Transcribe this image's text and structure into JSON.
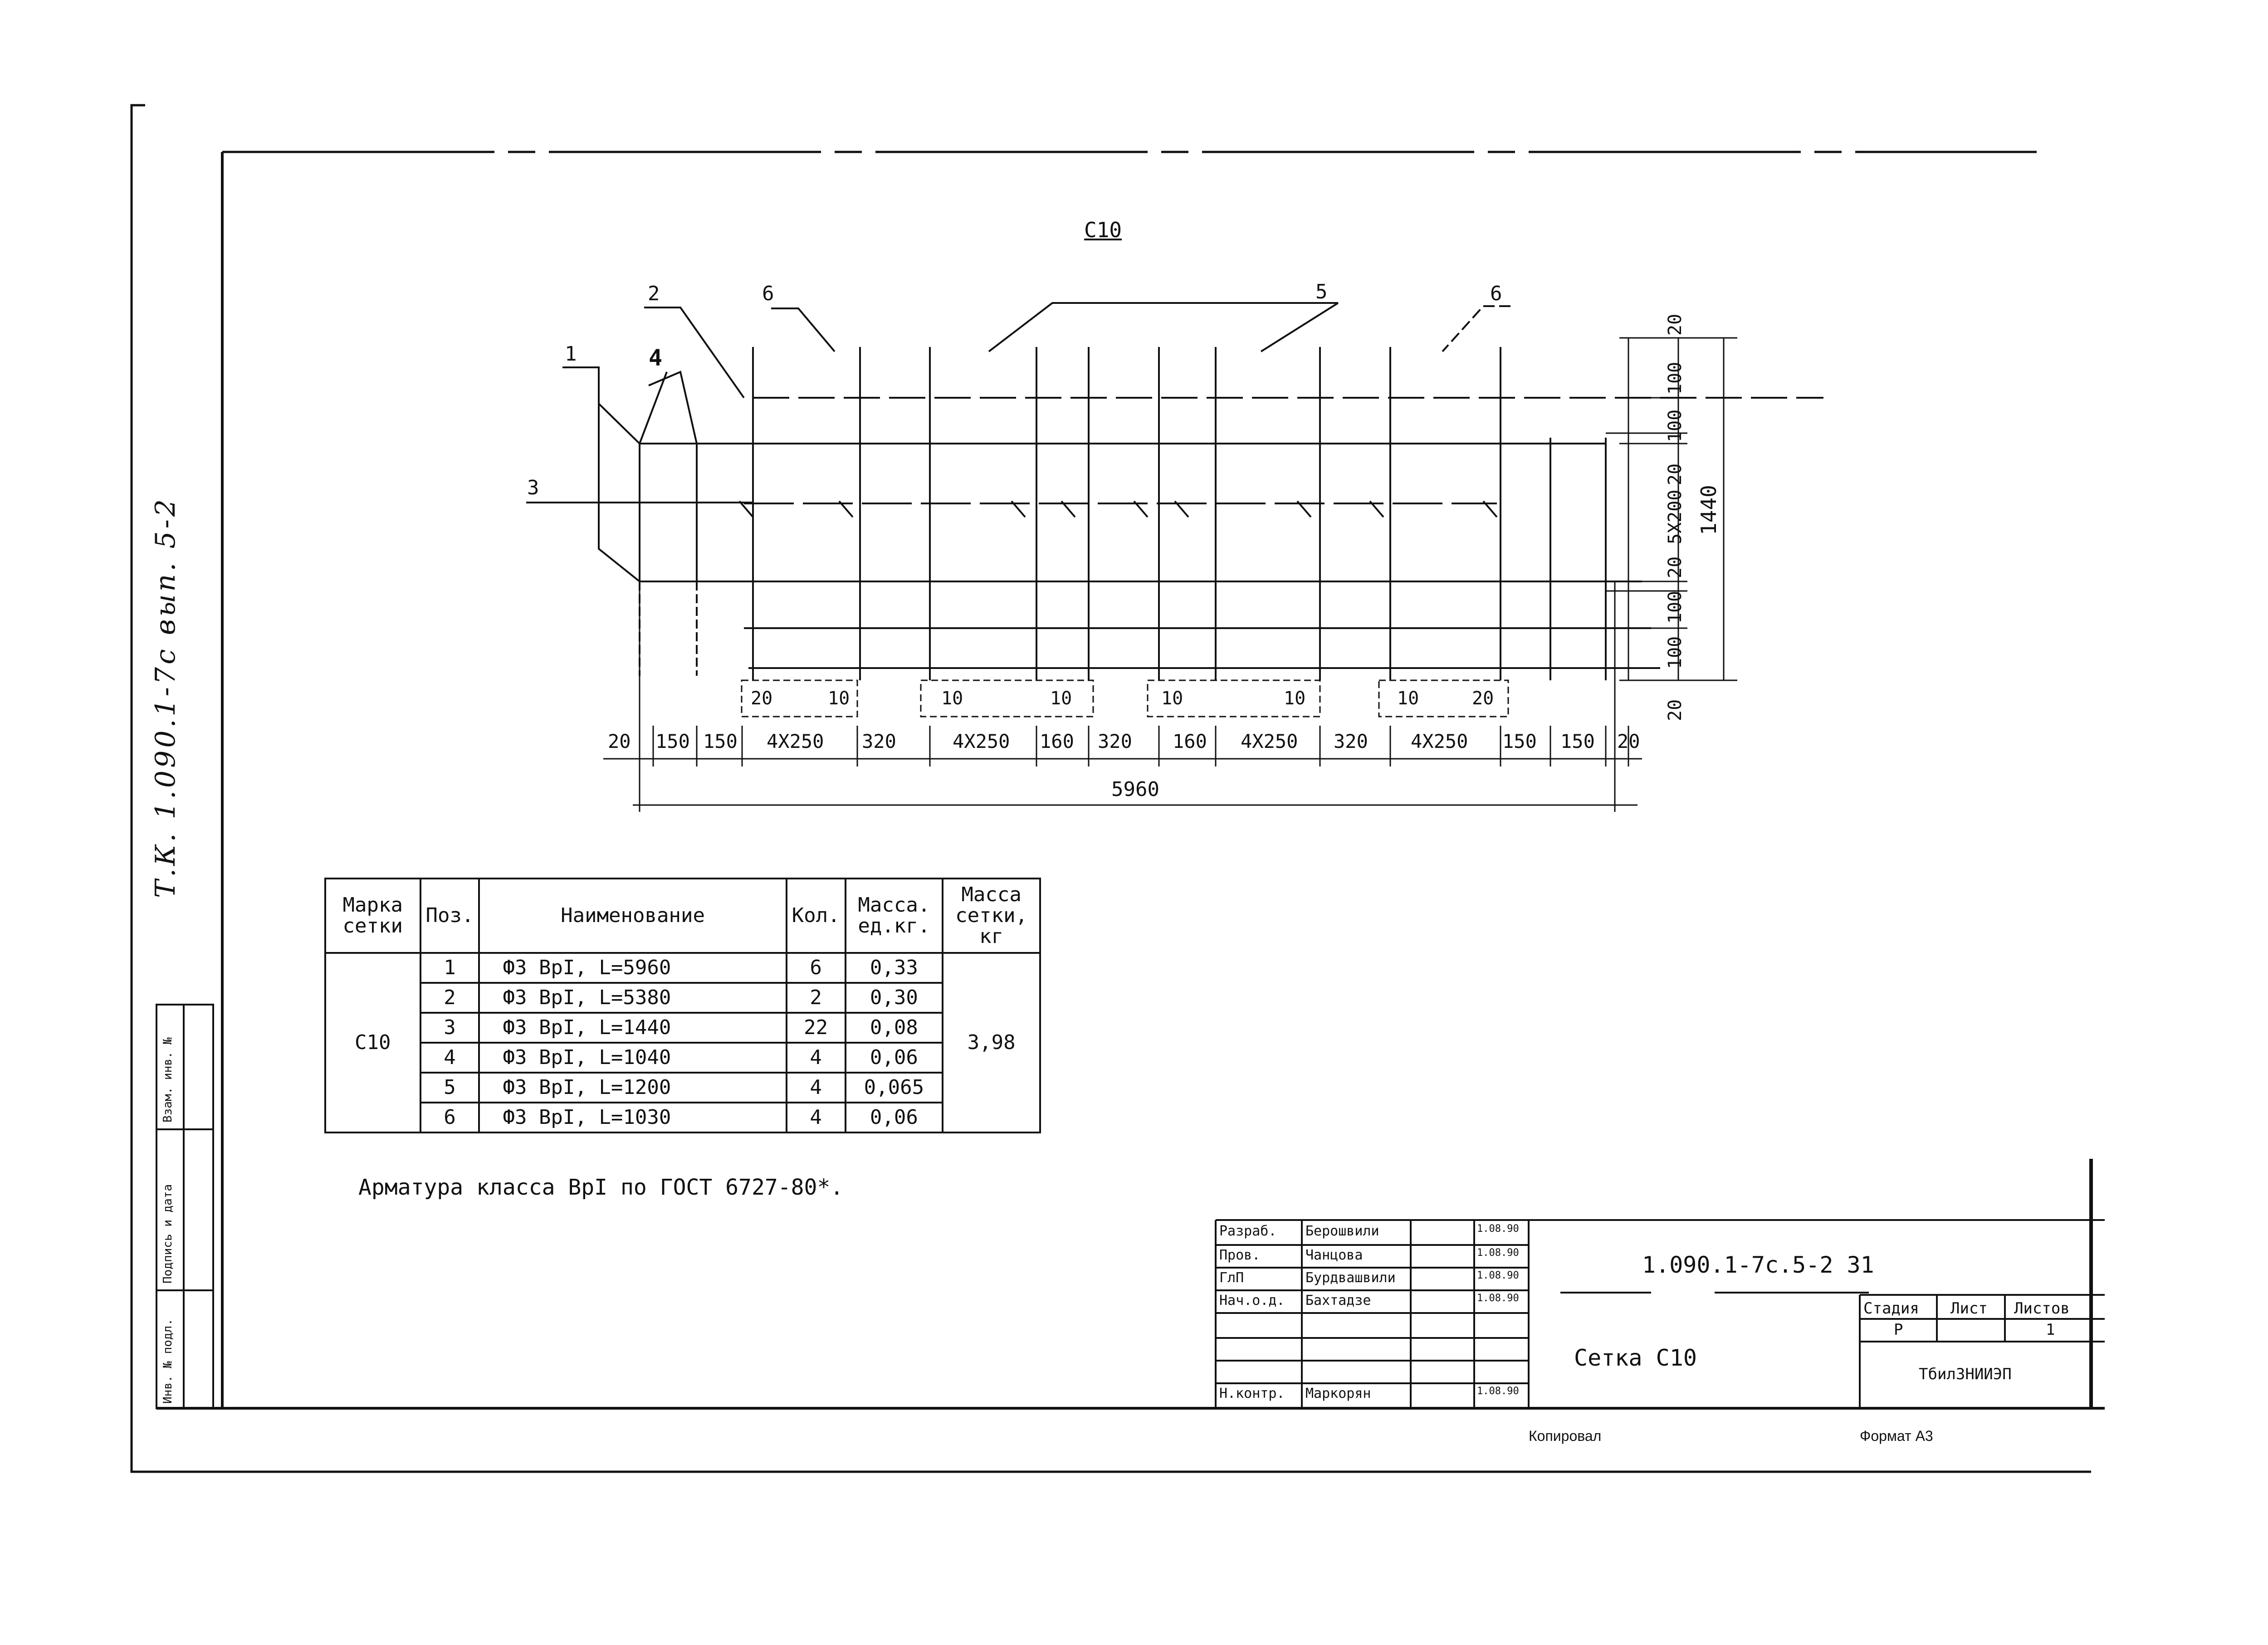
{
  "drawing": {
    "mesh_title": "С10",
    "leader_labels": [
      "1",
      "2",
      "3",
      "4",
      "5",
      "6",
      "6"
    ],
    "bottom_dims": [
      "20",
      "150",
      "150",
      "4Х250",
      "320",
      "4Х250",
      "160",
      "320",
      "160",
      "4Х250",
      "320",
      "4Х250",
      "150",
      "150",
      "20"
    ],
    "sub_dims": [
      "20",
      "10",
      "10",
      "10",
      "10",
      "10",
      "10",
      "20"
    ],
    "total_length": "5960",
    "right_dims": [
      "20",
      "100",
      "100",
      "20",
      "5Х200",
      "20",
      "100",
      "100",
      "20"
    ],
    "total_width": "1440"
  },
  "side_code": "Т.К. 1.090.1-7с вып. 5-2",
  "side_stamp": [
    "Инв. № подл.",
    "Подпись и дата",
    "Взам. инв. №"
  ],
  "spec_table": {
    "headers": [
      "Марка сетки",
      "Поз.",
      "Наименование",
      "Кол.",
      "Масса. ед.кг.",
      "Масса сетки, кг"
    ],
    "mark": "С10",
    "total_mass": "3,98",
    "rows": [
      {
        "pos": "1",
        "name": "Ф3 ВрI, L=5960",
        "qty": "6",
        "mass": "0,33"
      },
      {
        "pos": "2",
        "name": "Ф3 ВрI, L=5380",
        "qty": "2",
        "mass": "0,30"
      },
      {
        "pos": "3",
        "name": "Ф3 ВрI, L=1440",
        "qty": "22",
        "mass": "0,08"
      },
      {
        "pos": "4",
        "name": "Ф3 ВрI, L=1040",
        "qty": "4",
        "mass": "0,06"
      },
      {
        "pos": "5",
        "name": "Ф3 ВрI, L=1200",
        "qty": "4",
        "mass": "0,065"
      },
      {
        "pos": "6",
        "name": "Ф3 ВрI, L=1030",
        "qty": "4",
        "mass": "0,06"
      }
    ]
  },
  "note": "Арматура  класса ВрI по ГОСТ 6727-80*.",
  "title_block": {
    "code": "1.090.1-7с.5-2 31",
    "name": "Сетка С10",
    "roles": [
      "Разраб.",
      "Пров.",
      "ГлП",
      "Нач.о.д.",
      "Н.контр."
    ],
    "people": [
      "Берошвили",
      "Чанцова",
      "Бурдвашвили",
      "Бахтадзе",
      "Маркорян"
    ],
    "dates": [
      "1.08.90",
      "1.08.90",
      "1.08.90",
      "1.08.90",
      "1.08.90"
    ],
    "stage_label": "Стадия",
    "sheet_label": "Лист",
    "sheets_label": "Листов",
    "stage": "Р",
    "sheets": "1",
    "org": "ТбилЗНИИЭП",
    "copied": "Копировал",
    "format": "Формат А3"
  }
}
